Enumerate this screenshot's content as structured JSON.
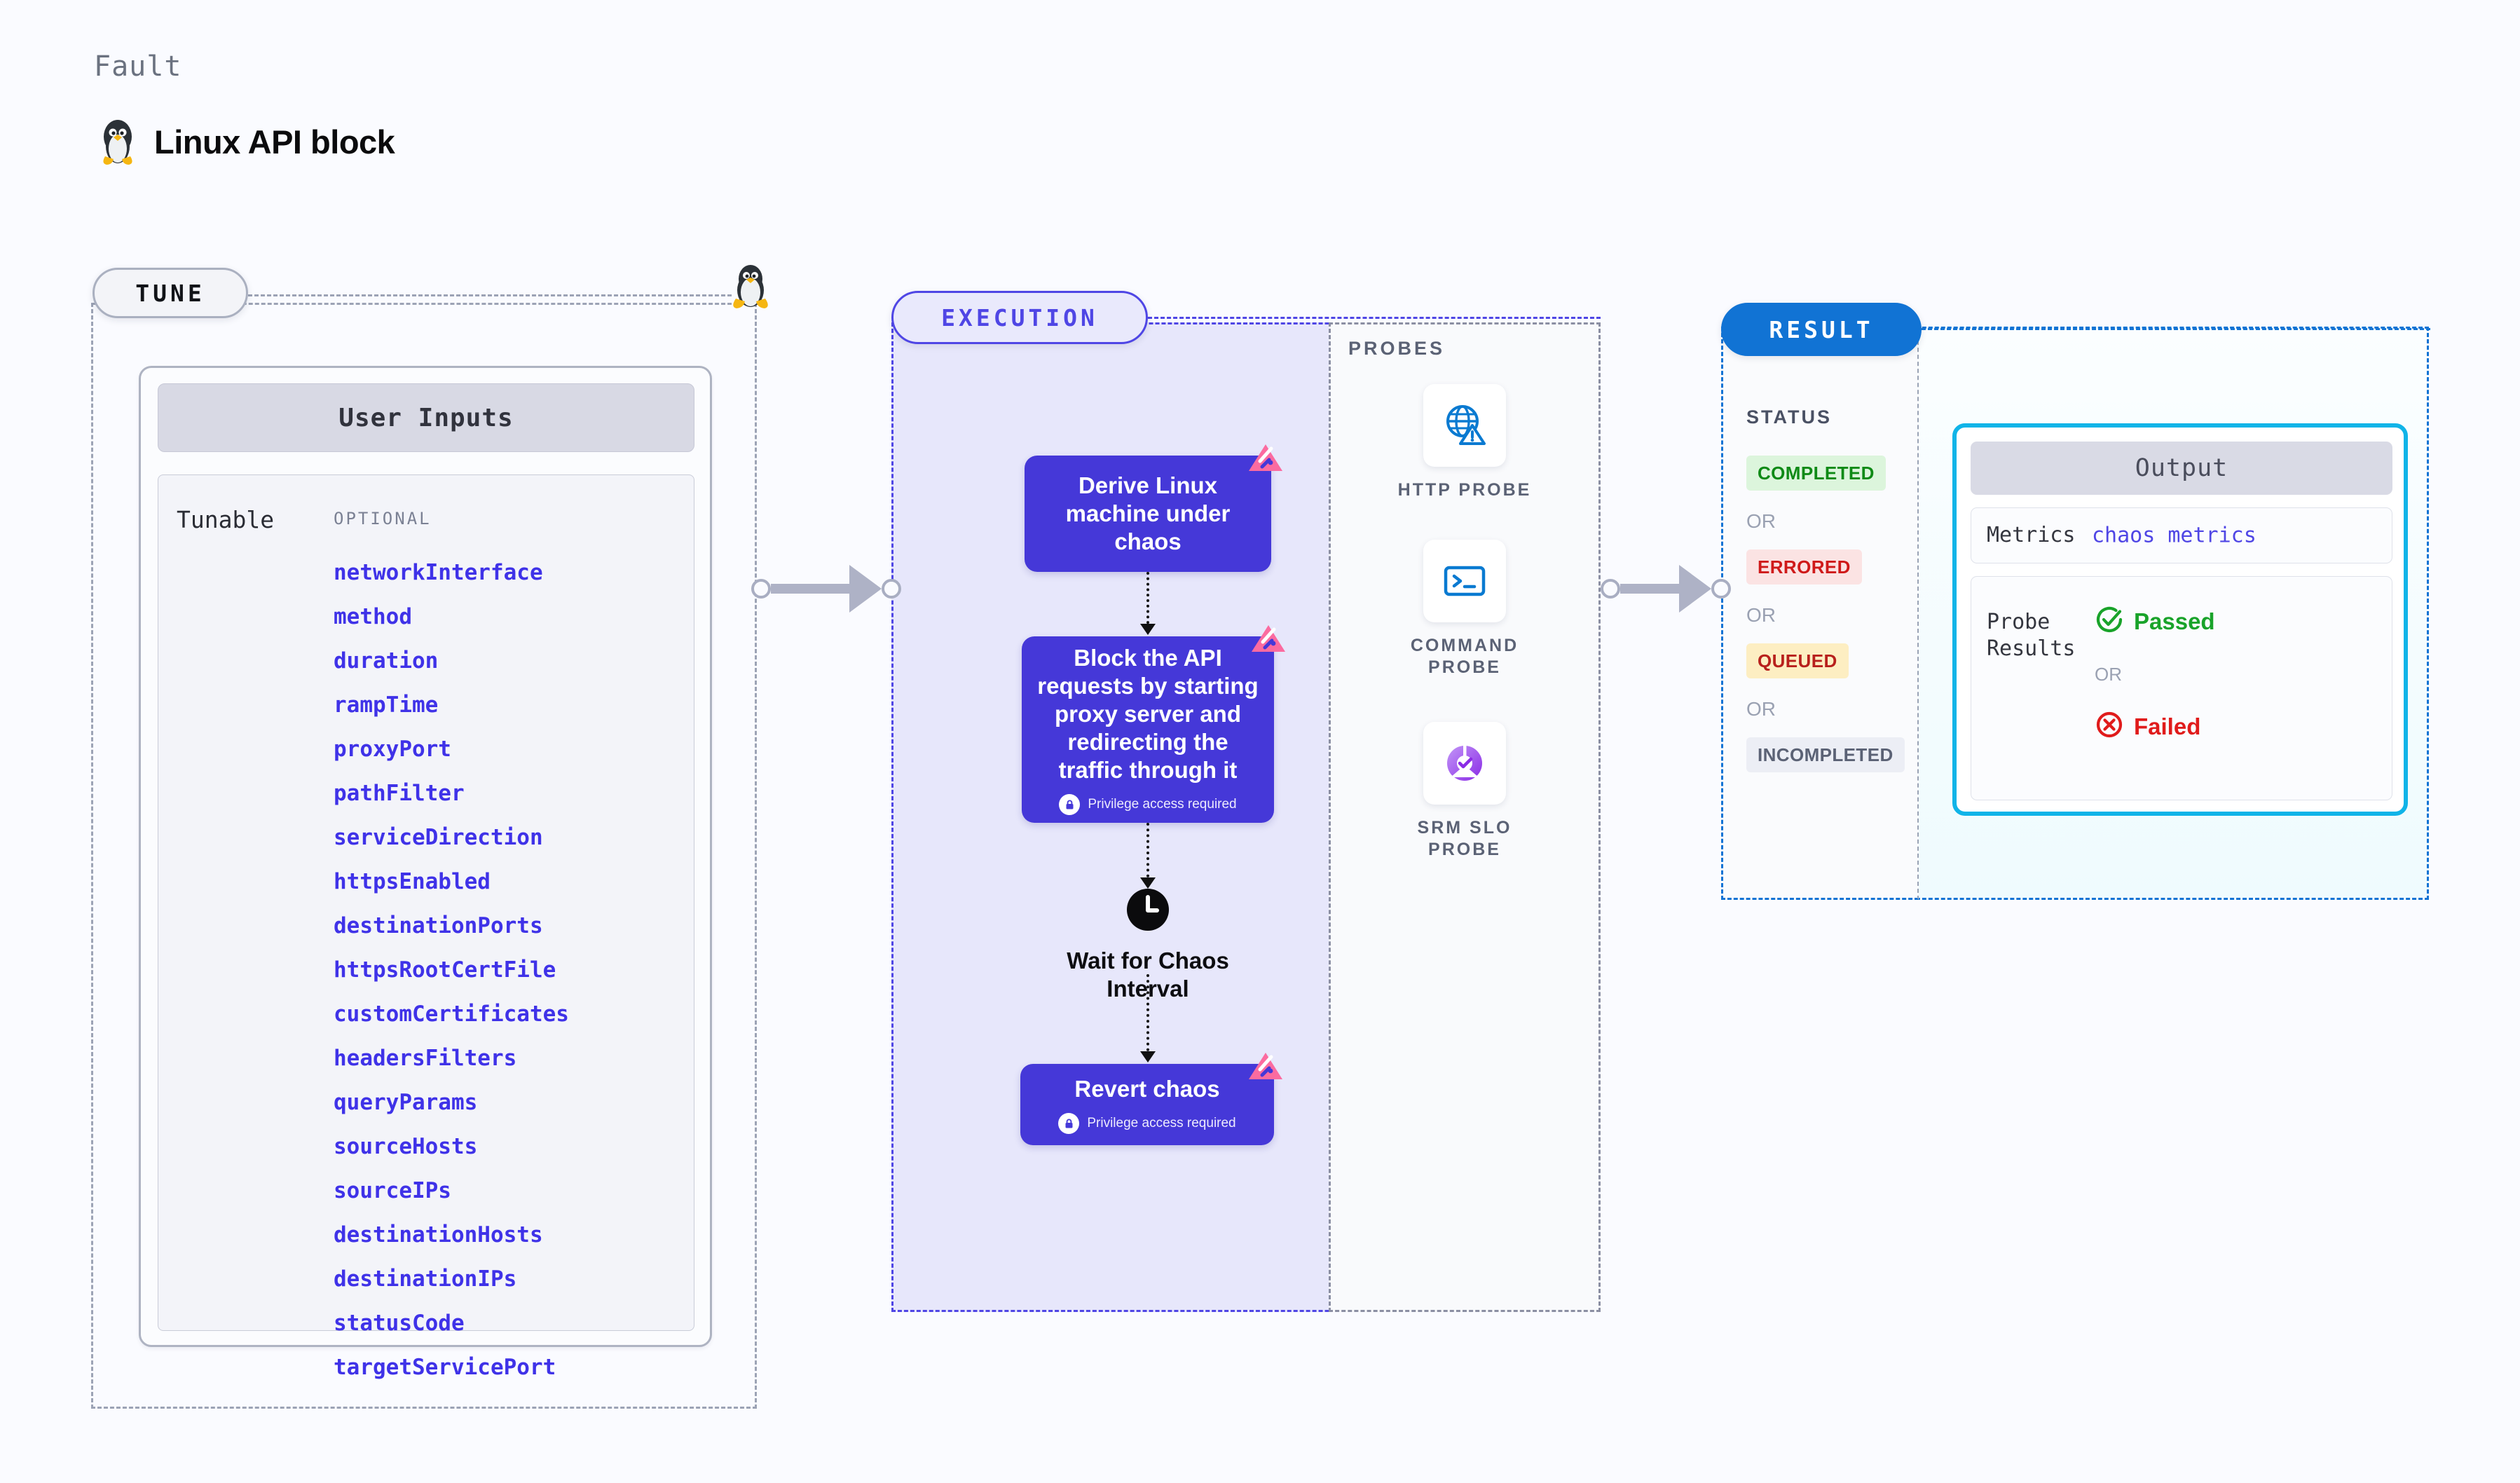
{
  "header": {
    "eyebrow": "Fault",
    "title": "Linux API block",
    "icon": "tux-penguin-icon"
  },
  "tune": {
    "pill_label": "TUNE",
    "card_title": "User Inputs",
    "group_label": "Tunable",
    "optional_label": "OPTIONAL",
    "parameters": [
      "networkInterface",
      "method",
      "duration",
      "rampTime",
      "proxyPort",
      "pathFilter",
      "serviceDirection",
      "httpsEnabled",
      "destinationPorts",
      "httpsRootCertFile",
      "customCertificates",
      "headersFilters",
      "queryParams",
      "sourceHosts",
      "sourceIPs",
      "destinationHosts",
      "destinationIPs",
      "statusCode",
      "targetServicePort"
    ]
  },
  "execution": {
    "pill_label": "EXECUTION",
    "nodes": [
      {
        "text": "Derive Linux machine under chaos",
        "privilege": null
      },
      {
        "text": "Block the API requests by starting proxy server and redirecting the traffic through it",
        "privilege": "Privilege access required"
      },
      {
        "text": "Revert chaos",
        "privilege": "Privilege access required"
      }
    ],
    "wait_node": {
      "icon": "clock-icon",
      "label": "Wait for Chaos Interval"
    }
  },
  "probes": {
    "title": "PROBES",
    "items": [
      {
        "label": "HTTP PROBE",
        "icon": "globe-warning-icon"
      },
      {
        "label": "COMMAND PROBE",
        "icon": "terminal-icon"
      },
      {
        "label": "SRM SLO PROBE",
        "icon": "slo-donut-check-icon"
      }
    ]
  },
  "result": {
    "pill_label": "RESULT",
    "status_title": "STATUS",
    "or_label": "OR",
    "statuses": [
      {
        "label": "COMPLETED",
        "bg": "#dcf5dc",
        "fg": "#0f8a16"
      },
      {
        "label": "ERRORED",
        "bg": "#fbe3e3",
        "fg": "#cf1a1a"
      },
      {
        "label": "QUEUED",
        "bg": "#fdeec2",
        "fg": "#b8201c"
      },
      {
        "label": "INCOMPLETED",
        "bg": "#eceef5",
        "fg": "#5b6275"
      }
    ],
    "output": {
      "title": "Output",
      "metrics_key": "Metrics",
      "metrics_value": "chaos metrics",
      "probe_key": "Probe Results",
      "passed_label": "Passed",
      "failed_label": "Failed",
      "or_label": "OR"
    }
  },
  "colors": {
    "background": "#fafbff",
    "execution_accent": "#4f46e5",
    "execution_panel_bg": "#e7e7fb",
    "node_fill": "#4538d8",
    "result_accent": "#1173d4",
    "output_border": "#10b4e8",
    "param_text": "#3f32e8",
    "chaos_badge": "#fb6ba0",
    "connector": "#aeb2c6"
  }
}
